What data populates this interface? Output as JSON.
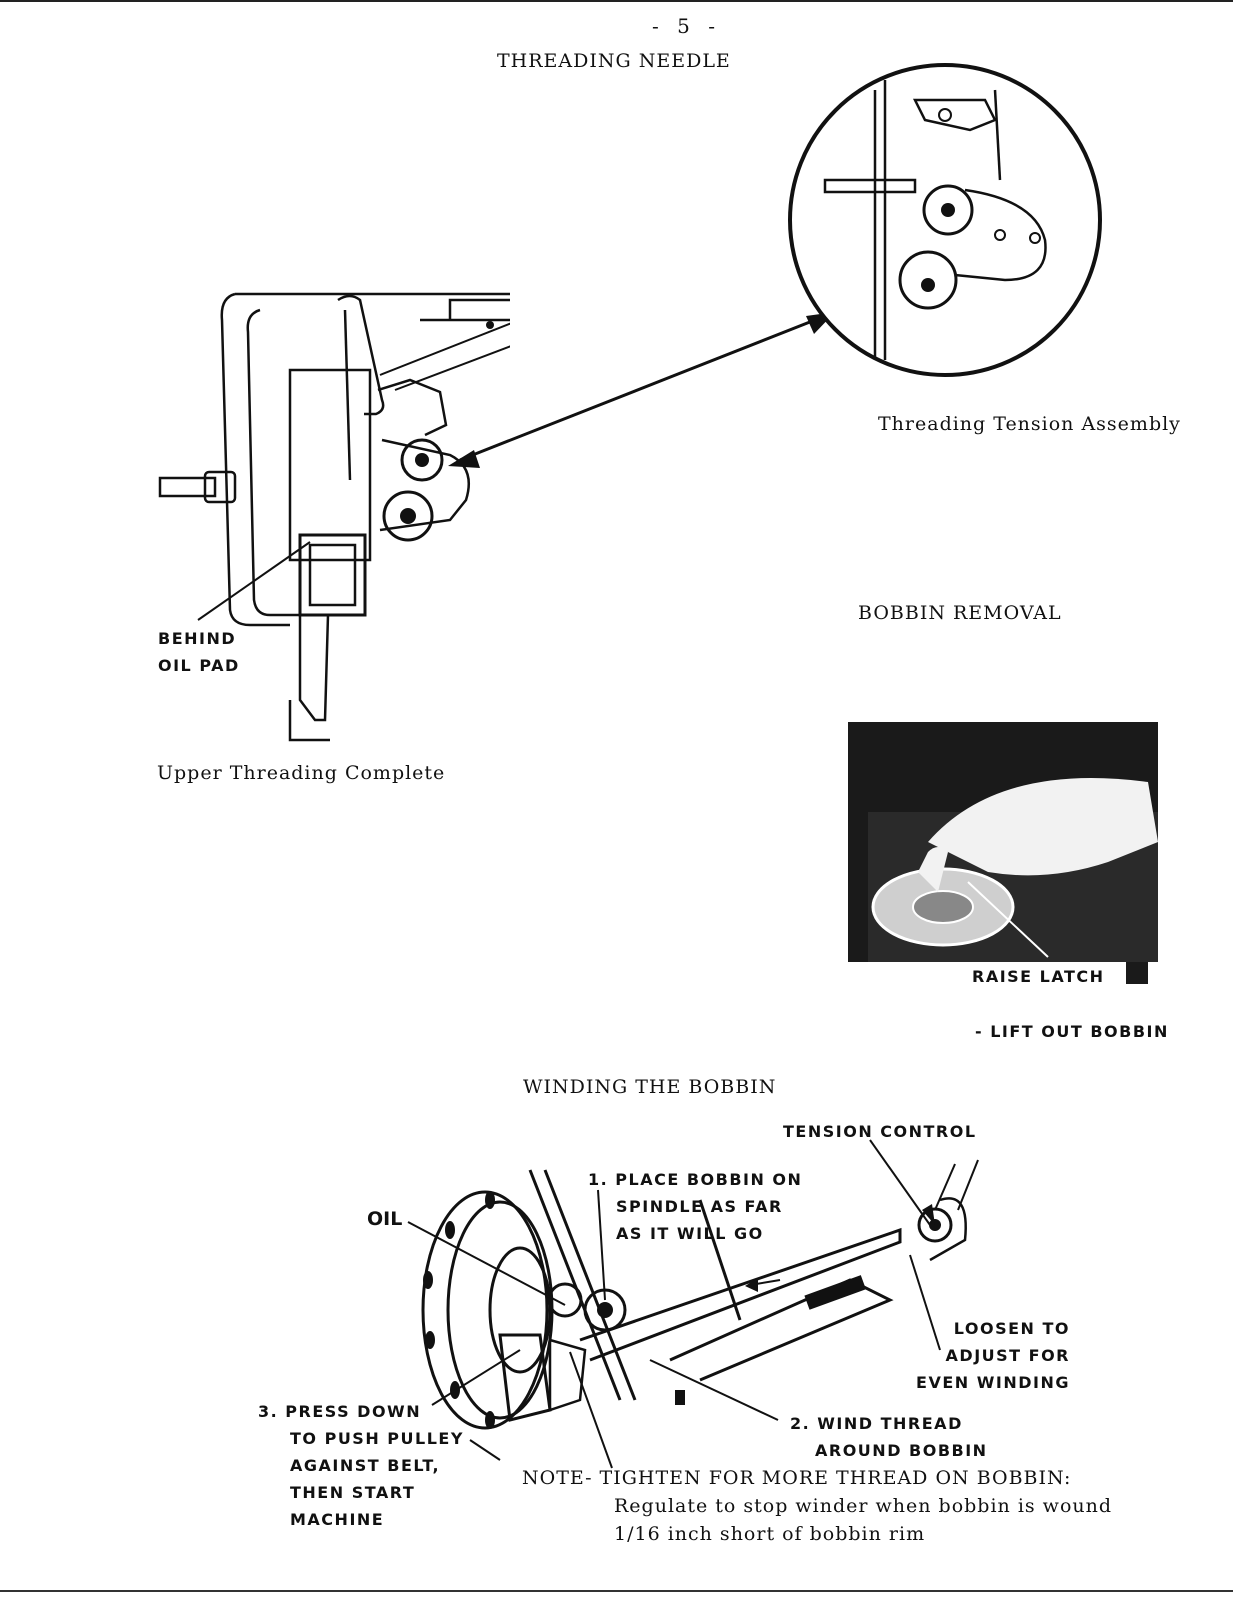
{
  "page": {
    "page_number": "- 5 -",
    "title": "THREADING NEEDLE"
  },
  "threading": {
    "behind_oil_pad": [
      "BEHIND",
      "OIL PAD"
    ],
    "upper_caption": "Upper Threading Complete",
    "tension_caption": "Threading Tension Assembly"
  },
  "bobbin_removal": {
    "heading": "BOBBIN REMOVAL",
    "raise_latch": "RAISE LATCH",
    "lift_out": "- LIFT OUT BOBBIN"
  },
  "winding": {
    "heading": "WINDING THE BOBBIN",
    "tension_control": "TENSION CONTROL",
    "oil": "OIL",
    "step1": [
      "1. PLACE BOBBIN ON",
      "SPINDLE AS FAR",
      "AS IT WILL GO"
    ],
    "loosen": [
      "LOOSEN TO",
      "ADJUST FOR",
      "EVEN WINDING"
    ],
    "step2": [
      "2. WIND THREAD",
      "AROUND BOBBIN"
    ],
    "step3": [
      "3. PRESS DOWN",
      "TO PUSH PULLEY",
      "AGAINST BELT,",
      "THEN START",
      "MACHINE"
    ],
    "note_lines": [
      "NOTE- TIGHTEN FOR MORE THREAD ON BOBBIN:",
      "Regulate to stop winder when bobbin is wound",
      "1/16 inch short of bobbin rim"
    ]
  }
}
